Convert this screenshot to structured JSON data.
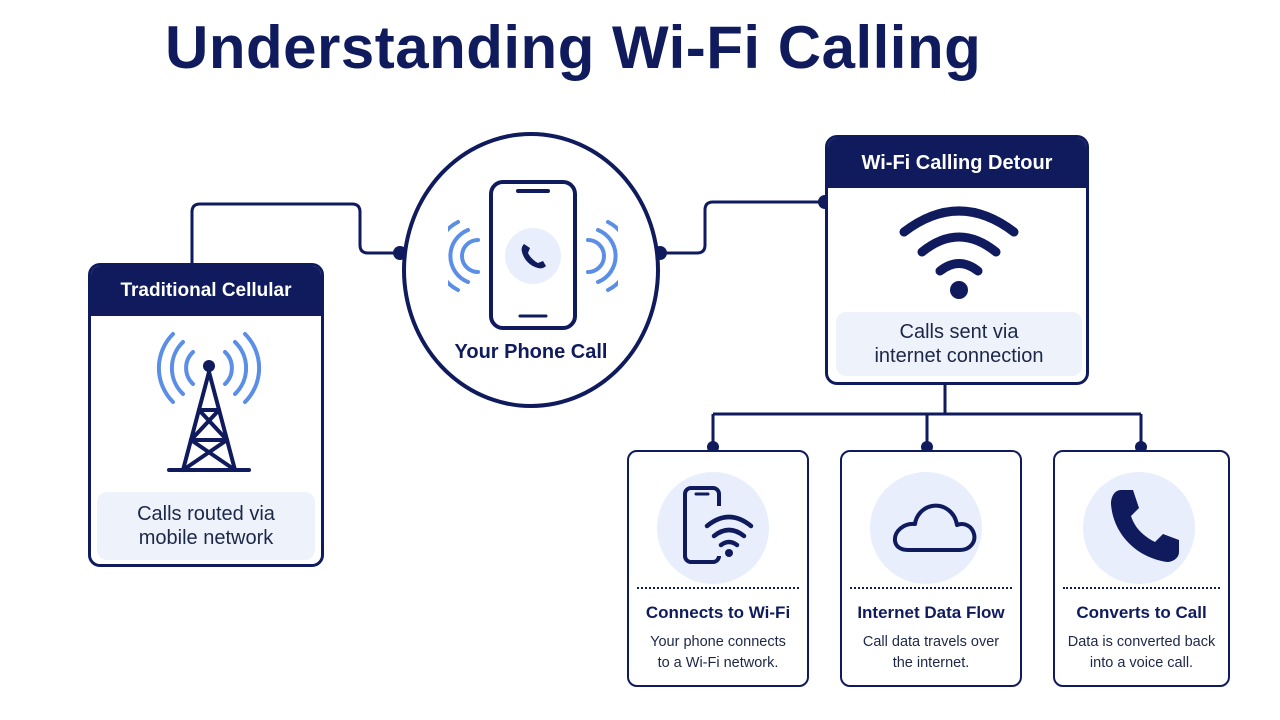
{
  "title": "Understanding Wi-Fi Calling",
  "center": {
    "label": "Your Phone Call"
  },
  "traditional": {
    "header": "Traditional Cellular",
    "note_line1": "Calls routed via",
    "note_line2": "mobile network"
  },
  "wifi": {
    "header": "Wi-Fi Calling Detour",
    "note_line1": "Calls sent via",
    "note_line2": "internet connection"
  },
  "steps": [
    {
      "title": "Connects to Wi-Fi",
      "desc_line1": "Your phone connects",
      "desc_line2": "to a Wi-Fi network.",
      "icon": "phone-wifi-icon"
    },
    {
      "title": "Internet Data Flow",
      "desc_line1": "Call data travels over",
      "desc_line2": "the internet.",
      "icon": "cloud-icon"
    },
    {
      "title": "Converts to Call",
      "desc_line1": "Data is converted back",
      "desc_line2": "into a voice call.",
      "icon": "phone-handset-icon"
    }
  ],
  "colors": {
    "navy": "#0f1b5c",
    "accent_blue": "#5b8ee6",
    "soft_bg": "#eef2fb"
  }
}
